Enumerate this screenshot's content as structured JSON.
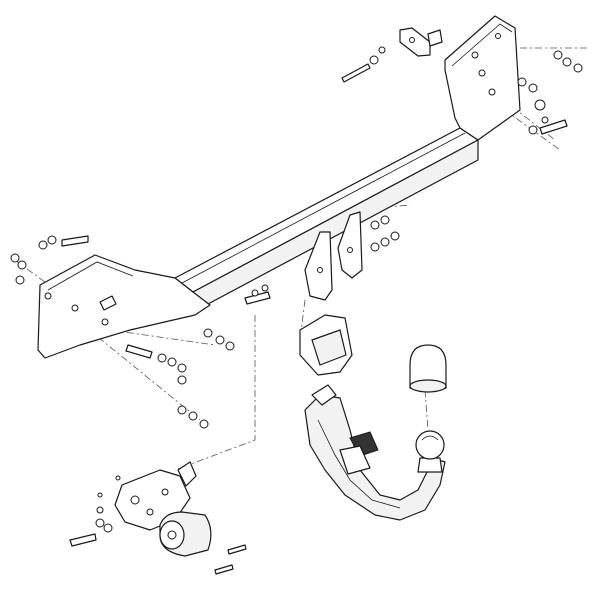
{
  "diagram": {
    "colors": {
      "line": "#1a1a1a",
      "paper": "#ffffff",
      "shade": "#f2f2f2",
      "dark": "#333333"
    },
    "icons": [
      "crossbar",
      "bracket",
      "bolt",
      "washer",
      "nut",
      "tow-ball",
      "ball-cap",
      "socket",
      "socket-plate",
      "lock"
    ]
  }
}
